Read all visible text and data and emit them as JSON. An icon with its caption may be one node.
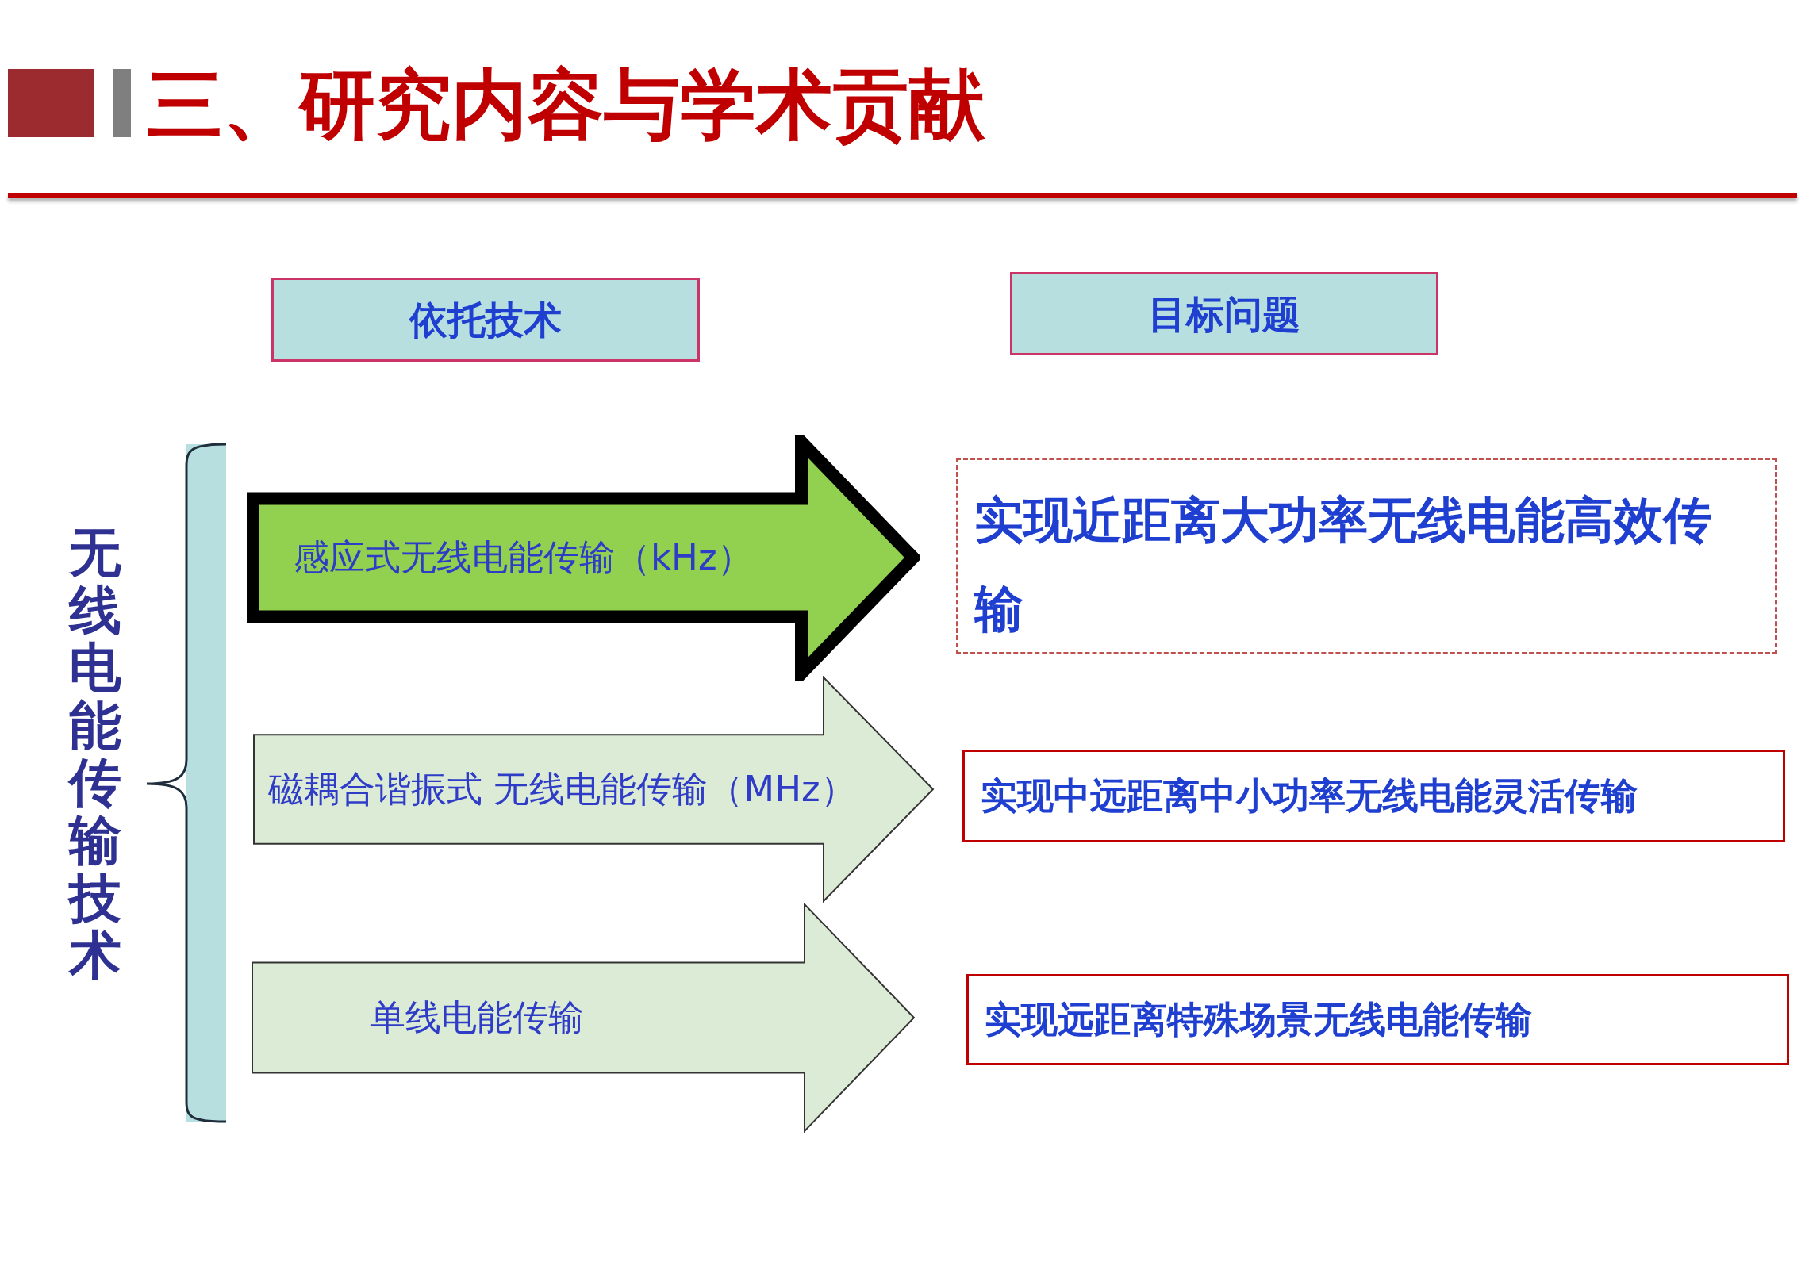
{
  "diagram": {
    "title": "三、研究内容与学术贡献",
    "nodes": [
      {
        "text": [
          "依托技术"
        ]
      },
      {
        "text": [
          "目标问题"
        ]
      },
      {
        "text": [
          "无线电能传输技术"
        ]
      },
      {
        "text": [
          "感应式无线电能传输（kHz）"
        ]
      },
      {
        "text": [
          "磁耦合谐振式 无线电能传输（MHz）"
        ]
      },
      {
        "text": [
          "单线电能传输"
        ]
      },
      {
        "text": [
          "实现近距离大功率无线电能高效传输"
        ]
      },
      {
        "text": [
          "实现中远距离中小功率无线电能灵活传输"
        ]
      },
      {
        "text": [
          "实现远距离特殊场景无线电能传输"
        ]
      }
    ]
  }
}
